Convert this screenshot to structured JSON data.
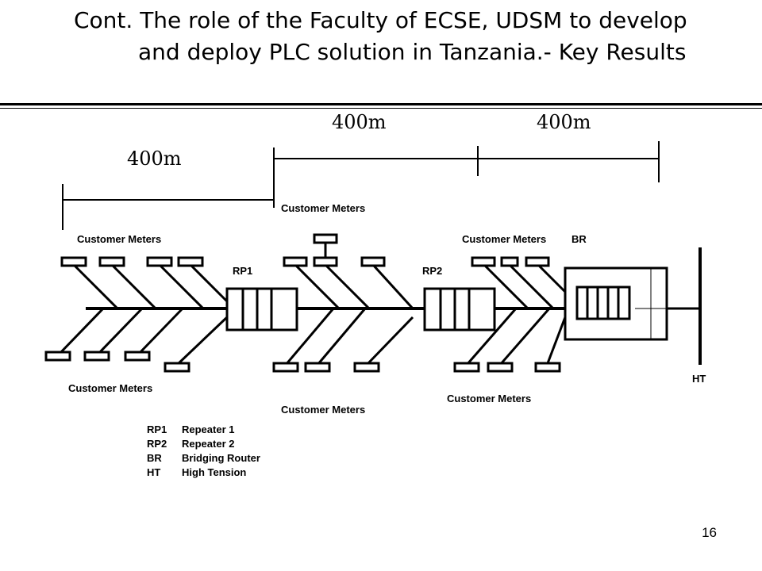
{
  "slide": {
    "title_line1": "Cont. The role of the Faculty of  ECSE, UDSM  to develop",
    "title_line2": "and deploy PLC solution in Tanzania.- Key Results",
    "page_number": "16"
  },
  "diagram": {
    "distance_left": "400m",
    "distance_mid": "400m",
    "distance_right": "400m",
    "customer_meters": "Customer Meters",
    "rp1": "RP1",
    "rp2": "RP2",
    "br": "BR",
    "ht": "HT"
  },
  "legend": [
    {
      "code": "RP1",
      "meaning": "Repeater 1"
    },
    {
      "code": "RP2",
      "meaning": "Repeater 2"
    },
    {
      "code": "BR",
      "meaning": "Bridging Router"
    },
    {
      "code": "HT",
      "meaning": "High Tension"
    }
  ]
}
